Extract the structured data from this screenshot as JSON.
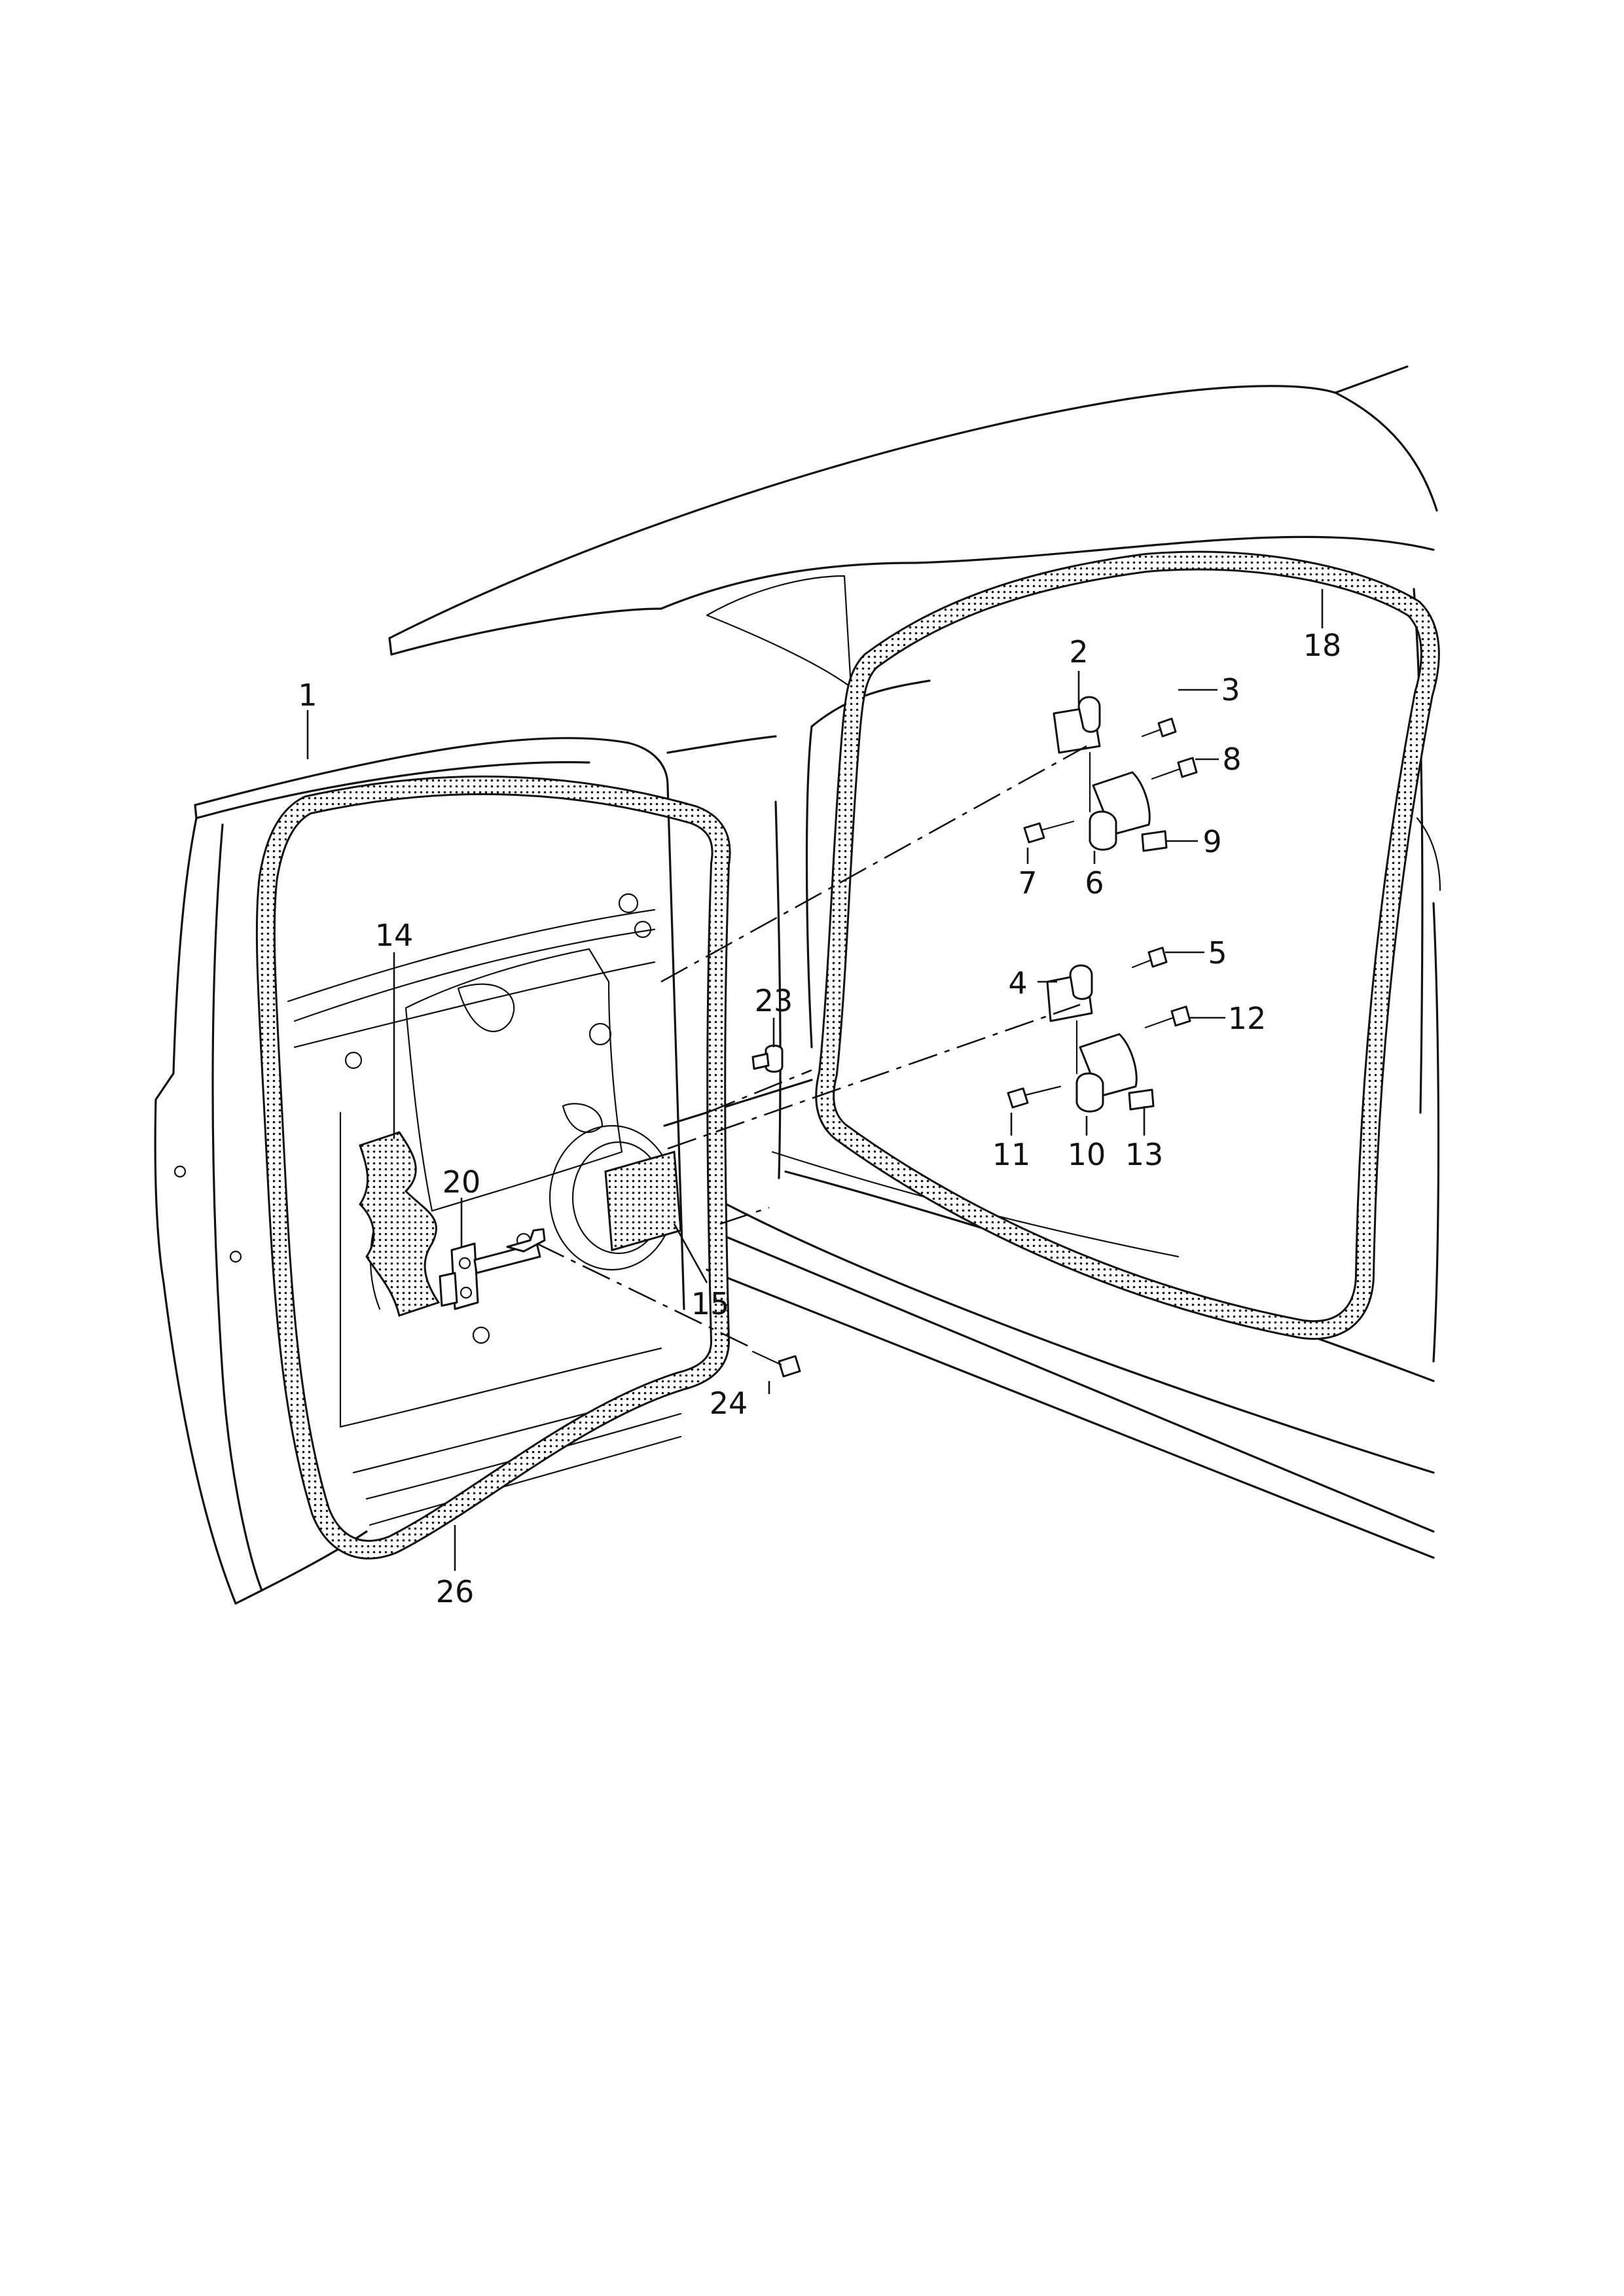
{
  "callouts": [
    {
      "id": "1",
      "text": "1"
    },
    {
      "id": "2",
      "text": "2"
    },
    {
      "id": "3",
      "text": "3"
    },
    {
      "id": "4",
      "text": "4"
    },
    {
      "id": "5",
      "text": "5"
    },
    {
      "id": "6",
      "text": "6"
    },
    {
      "id": "7",
      "text": "7"
    },
    {
      "id": "8",
      "text": "8"
    },
    {
      "id": "9",
      "text": "9"
    },
    {
      "id": "10",
      "text": "10"
    },
    {
      "id": "11",
      "text": "11"
    },
    {
      "id": "12",
      "text": "12"
    },
    {
      "id": "13",
      "text": "13"
    },
    {
      "id": "14",
      "text": "14"
    },
    {
      "id": "15",
      "text": "15"
    },
    {
      "id": "18",
      "text": "18"
    },
    {
      "id": "20",
      "text": "20"
    },
    {
      "id": "23",
      "text": "23"
    },
    {
      "id": "24",
      "text": "24"
    },
    {
      "id": "26",
      "text": "26"
    }
  ],
  "colors": {
    "line": "#111111",
    "background": "#ffffff"
  }
}
